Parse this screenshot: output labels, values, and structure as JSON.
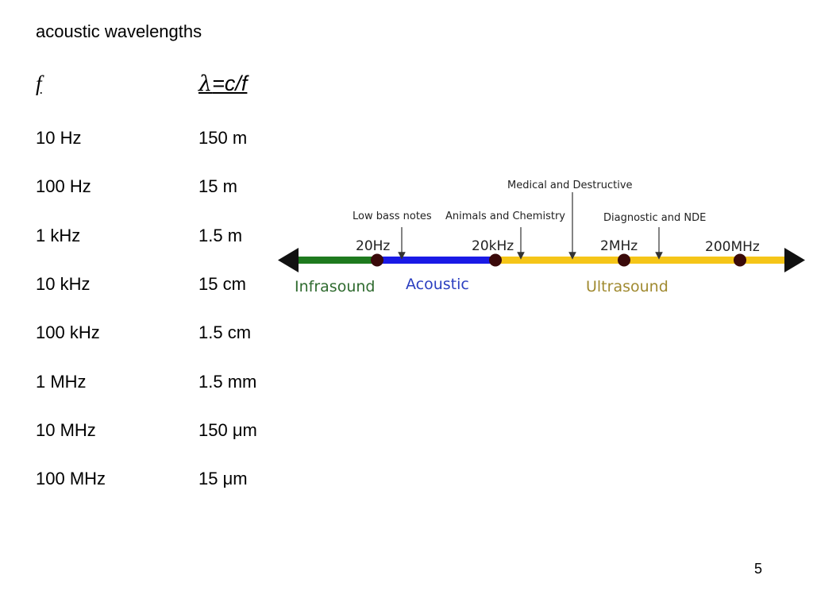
{
  "slide": {
    "title": "acoustic wavelengths",
    "page_number": "5"
  },
  "table": {
    "header_f": "f",
    "header_lambda_symbol": "λ",
    "header_lambda_rest": "=c/f",
    "rows": [
      {
        "f": "10 Hz",
        "lambda": "150 m"
      },
      {
        "f": "100 Hz",
        "lambda": "15 m"
      },
      {
        "f": "1 kHz",
        "lambda": "1.5 m"
      },
      {
        "f": "10 kHz",
        "lambda": "15 cm"
      },
      {
        "f": "100 kHz",
        "lambda": "1.5 cm"
      },
      {
        "f": "1 MHz",
        "lambda": "1.5 mm"
      },
      {
        "f": "10 MHz",
        "lambda": "150 μm"
      },
      {
        "f": "100 MHz",
        "lambda": "15 μm"
      }
    ]
  },
  "spectrum": {
    "ticks": [
      "20Hz",
      "20kHz",
      "2MHz",
      "200MHz"
    ],
    "bands": {
      "infrasound": "Infrasound",
      "acoustic": "Acoustic",
      "ultrasound": "Ultrasound"
    },
    "annotations": {
      "low_bass": "Low bass notes",
      "animals": "Animals and Chemistry",
      "medical": "Medical and Destructive",
      "diagnostic": "Diagnostic and NDE"
    },
    "colors": {
      "infrasound": "#1e7a1e",
      "acoustic": "#1a1ae6",
      "ultrasound": "#f5c518",
      "infrasound_label": "#2f6b2f",
      "acoustic_label": "#2b3fc0",
      "ultrasound_label": "#a08a30",
      "marker": "#3a0a0a"
    }
  }
}
